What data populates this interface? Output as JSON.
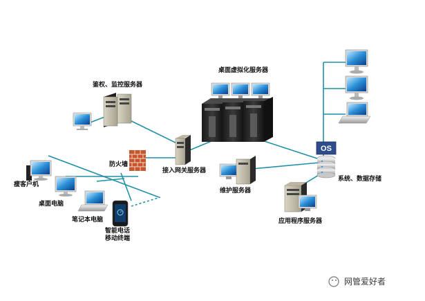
{
  "colors": {
    "line": "#1f8fa8",
    "accent": "#2a9bd6",
    "os_badge": "#2f4d8c",
    "server_dark": "#262626"
  },
  "nodes": {
    "auth_server": "鉴权、监控服务器",
    "vdi_server": "桌面虚拟化服务器",
    "firewall": "防火墙",
    "gateway": "接入网关服务器",
    "maintenance": "维护服务器",
    "storage": "系统、数据存储",
    "storage_badge": "OS",
    "app_server": "应用程序服务器",
    "thin_client": "瘦客户机",
    "desktop": "桌面电脑",
    "laptop": "笔记本电脑",
    "smartphone_line1": "智能电话",
    "smartphone_line2": "移动终端"
  },
  "watermark": "网管爱好者"
}
